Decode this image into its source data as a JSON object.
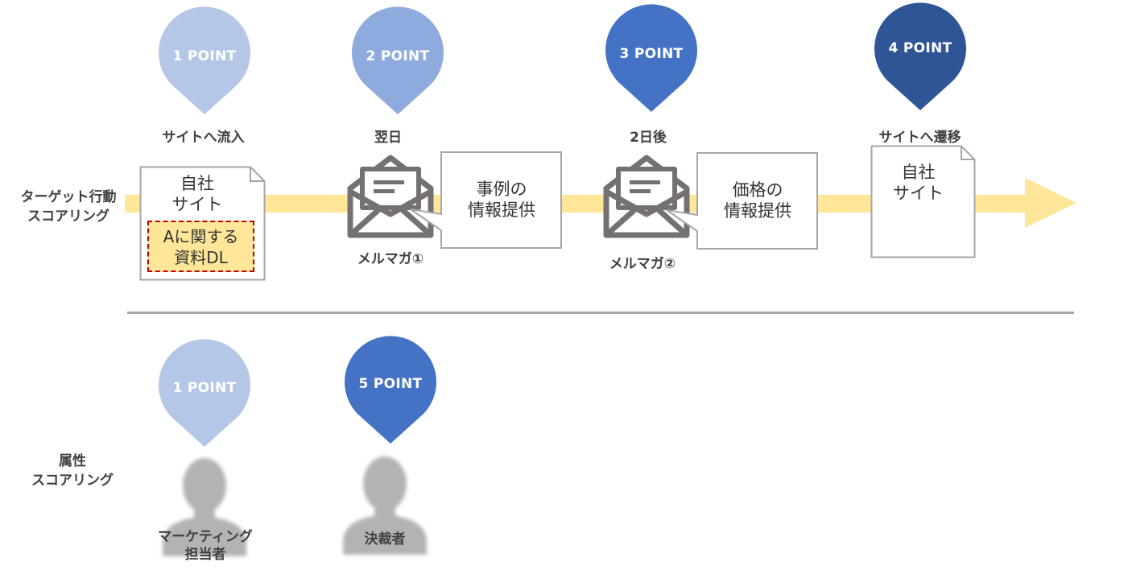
{
  "rows": {
    "behavior": "ターゲット行動\nスコアリング",
    "attribute": "属性\nスコアリング"
  },
  "steps": [
    {
      "points": "1 POINT",
      "label": "サイトへ流入",
      "box": "自社\nサイト",
      "highlight": "Aに関する\n資料DL",
      "color": "#b4c7e7"
    },
    {
      "points": "2 POINT",
      "label": "翌日",
      "mail_label": "メルマガ①",
      "box": "事例の\n情報提供",
      "color": "#8faadc"
    },
    {
      "points": "3 POINT",
      "label": "2日後",
      "mail_label": "メルマガ②",
      "box": "価格の\n情報提供",
      "color": "#4472c4"
    },
    {
      "points": "4 POINT",
      "label": "サイトへ遷移",
      "box": "自社\nサイト",
      "color": "#2f5597"
    }
  ],
  "attributes": [
    {
      "points": "1 POINT",
      "label": "マーケティング\n担当者",
      "color": "#b4c7e7"
    },
    {
      "points": "5 POINT",
      "label": "決裁者",
      "color": "#4472c4"
    }
  ],
  "colors": {
    "arrow": "#ffe699",
    "box_border": "#a6a6a6",
    "highlight_fill": "#ffe699",
    "highlight_border": "#c00000",
    "divider": "#a6a6a6",
    "icon": "#767171"
  }
}
